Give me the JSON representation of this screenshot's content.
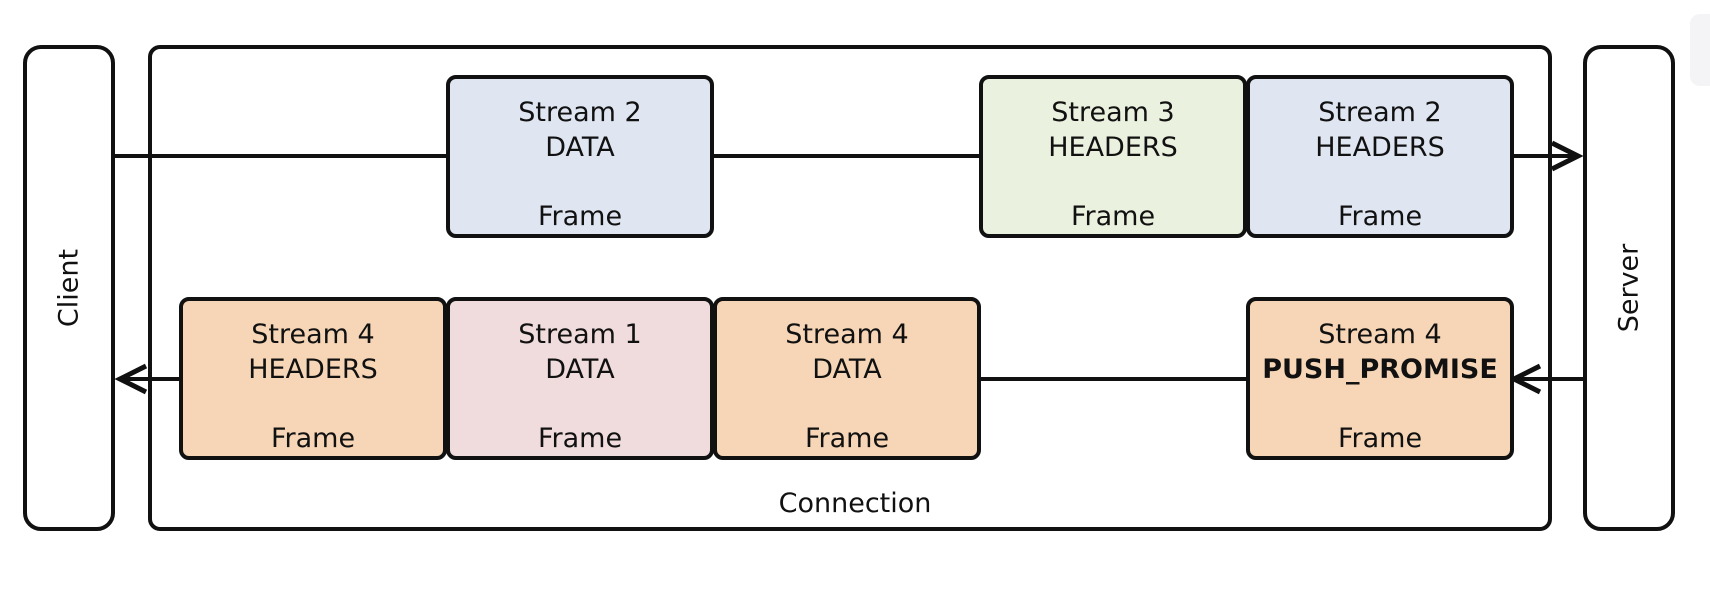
{
  "endpoints": {
    "client_label": "Client",
    "server_label": "Server"
  },
  "connection": {
    "label": "Connection"
  },
  "frames_top": [
    {
      "line1": "Stream 2",
      "line2": "DATA",
      "line3": "Frame",
      "color": "#dfe6f2"
    },
    {
      "line1": "Stream 3",
      "line2": "HEADERS",
      "line3": "Frame",
      "color": "#ebf1df"
    },
    {
      "line1": "Stream 2",
      "line2": "HEADERS",
      "line3": "Frame",
      "color": "#dfe6f2"
    }
  ],
  "frames_bottom": [
    {
      "line1": "Stream 4",
      "line2": "HEADERS",
      "line3": "Frame",
      "color": "#f6d6b6"
    },
    {
      "line1": "Stream 1",
      "line2": "DATA",
      "line3": "Frame",
      "color": "#f0dcdc"
    },
    {
      "line1": "Stream 4",
      "line2": "DATA",
      "line3": "Frame",
      "color": "#f6d6b6"
    },
    {
      "line1": "Stream 4",
      "line2": "PUSH_PROMISE",
      "line3": "Frame",
      "color": "#f6d6b6"
    }
  ],
  "flows": {
    "top_direction": "client-to-server",
    "bottom_direction": "server-to-client"
  }
}
